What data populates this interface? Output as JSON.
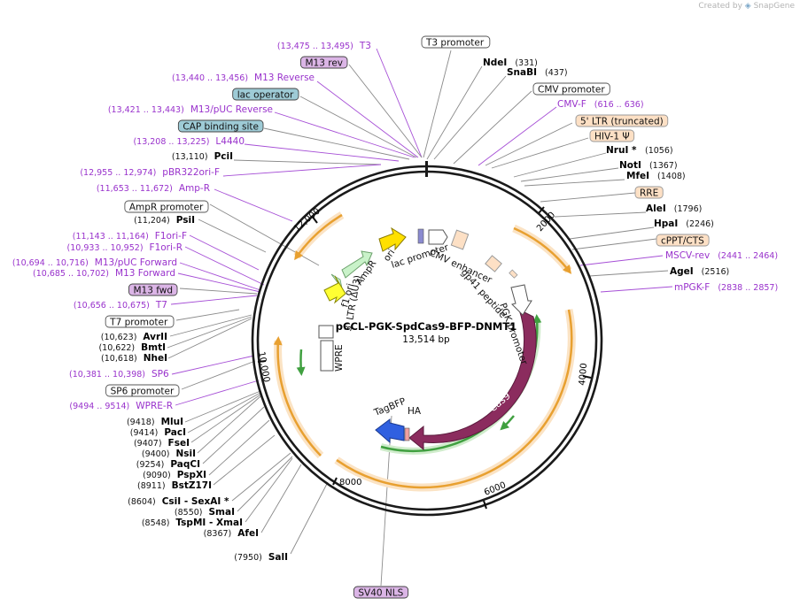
{
  "watermark": {
    "prefix": "Created by",
    "brand": "SnapGene"
  },
  "plasmid": {
    "name": "pCCL-PGK-SpdCas9-BFP-DNMT1",
    "length": "13,514 bp"
  },
  "colors": {
    "primer": "#9932cc",
    "feature_fill": "#fde0c5",
    "orange_arc": "#e8a030",
    "green_arc": "#40a040",
    "cas9": "#8b2c5e",
    "tagbfp": "#3060e0",
    "promoter_badge": "#ffffff",
    "marker_badge": "#dbb5e6",
    "cap_badge": "#9ecbd6"
  },
  "ticks": [
    "2000",
    "4000",
    "6000",
    "8000",
    "10,000",
    "12,000"
  ],
  "inner_features": [
    "ori",
    "AmpR",
    "lac promoter",
    "CMV enhancer",
    "gp41 peptide",
    "PGK promoter",
    "Cas9",
    "HA",
    "TagBFP",
    "f1 ori",
    "3' LTR (ΔU3)",
    "WPRE"
  ],
  "labels": [
    {
      "id": "t3",
      "kind": "primer",
      "range": "(13,475 .. 13,495)",
      "text": "T3"
    },
    {
      "id": "t3p",
      "kind": "badge",
      "style": "promoter",
      "text": "T3 promoter"
    },
    {
      "id": "m13rev",
      "kind": "badge",
      "style": "marker",
      "text": "M13 rev"
    },
    {
      "id": "ndei",
      "kind": "enzyme",
      "text": "NdeI",
      "pos": "(331)"
    },
    {
      "id": "snabi",
      "kind": "enzyme",
      "text": "SnaBI",
      "pos": "(437)"
    },
    {
      "id": "m13r",
      "kind": "primer",
      "range": "(13,440 .. 13,456)",
      "text": "M13 Reverse"
    },
    {
      "id": "cmvp",
      "kind": "badge",
      "style": "promoter",
      "text": "CMV promoter"
    },
    {
      "id": "laco",
      "kind": "badge",
      "style": "cap",
      "text": "lac operator"
    },
    {
      "id": "cmvf",
      "kind": "primer",
      "text": "CMV-F",
      "range": "(616 .. 636)"
    },
    {
      "id": "m13puc",
      "kind": "primer",
      "range": "(13,421 .. 13,443)",
      "text": "M13/pUC Reverse"
    },
    {
      "id": "ltr5",
      "kind": "badge",
      "style": "feature",
      "text": "5' LTR (truncated)"
    },
    {
      "id": "cap",
      "kind": "badge",
      "style": "cap",
      "text": "CAP binding site"
    },
    {
      "id": "hiv",
      "kind": "badge",
      "style": "feature",
      "text": "HIV-1 Ψ"
    },
    {
      "id": "l4440",
      "kind": "primer",
      "range": "(13,208 .. 13,225)",
      "text": "L4440"
    },
    {
      "id": "nrui",
      "kind": "enzyme",
      "text": "NruI *",
      "pos": "(1056)"
    },
    {
      "id": "pcii",
      "kind": "enzyme",
      "pos": "(13,110)",
      "text": "PciI"
    },
    {
      "id": "noti",
      "kind": "enzyme",
      "text": "NotI",
      "pos": "(1367)"
    },
    {
      "id": "pbr",
      "kind": "primer",
      "range": "(12,955 .. 12,974)",
      "text": "pBR322ori-F"
    },
    {
      "id": "mfei",
      "kind": "enzyme",
      "text": "MfeI",
      "pos": "(1408)"
    },
    {
      "id": "ampr",
      "kind": "primer",
      "range": "(11,653 .. 11,672)",
      "text": "Amp-R"
    },
    {
      "id": "rre",
      "kind": "badge",
      "style": "feature",
      "text": "RRE"
    },
    {
      "id": "amprp",
      "kind": "badge",
      "style": "promoter",
      "text": "AmpR promoter"
    },
    {
      "id": "alei",
      "kind": "enzyme",
      "text": "AleI",
      "pos": "(1796)"
    },
    {
      "id": "psii",
      "kind": "enzyme",
      "pos": "(11,204)",
      "text": "PsiI"
    },
    {
      "id": "hpai",
      "kind": "enzyme",
      "text": "HpaI",
      "pos": "(2246)"
    },
    {
      "id": "f1f",
      "kind": "primer",
      "range": "(11,143 .. 11,164)",
      "text": "F1ori-F"
    },
    {
      "id": "cppt",
      "kind": "badge",
      "style": "feature",
      "text": "cPPT/CTS"
    },
    {
      "id": "f1r",
      "kind": "primer",
      "range": "(10,933 .. 10,952)",
      "text": "F1ori-R"
    },
    {
      "id": "msc",
      "kind": "primer",
      "text": "MSCV-rev",
      "range": "(2441 .. 2464)"
    },
    {
      "id": "m13pf",
      "kind": "primer",
      "range": "(10,694 .. 10,716)",
      "text": "M13/pUC Forward"
    },
    {
      "id": "agei",
      "kind": "enzyme",
      "text": "AgeI",
      "pos": "(2516)"
    },
    {
      "id": "m13f",
      "kind": "primer",
      "range": "(10,685 .. 10,702)",
      "text": "M13 Forward"
    },
    {
      "id": "mpgk",
      "kind": "primer",
      "text": "mPGK-F",
      "range": "(2838 .. 2857)"
    },
    {
      "id": "m13fwd",
      "kind": "badge",
      "style": "marker",
      "text": "M13 fwd"
    },
    {
      "id": "t7",
      "kind": "primer",
      "range": "(10,656 .. 10,675)",
      "text": "T7"
    },
    {
      "id": "t7p",
      "kind": "badge",
      "style": "promoter",
      "text": "T7 promoter"
    },
    {
      "id": "avrii",
      "kind": "enzyme",
      "pos": "(10,623)",
      "text": "AvrII"
    },
    {
      "id": "bmti",
      "kind": "enzyme",
      "pos": "(10,622)",
      "text": "BmtI"
    },
    {
      "id": "nhei",
      "kind": "enzyme",
      "pos": "(10,618)",
      "text": "NheI"
    },
    {
      "id": "sp6",
      "kind": "primer",
      "range": "(10,381 .. 10,398)",
      "text": "SP6"
    },
    {
      "id": "sp6p",
      "kind": "badge",
      "style": "promoter",
      "text": "SP6 promoter"
    },
    {
      "id": "wpre",
      "kind": "primer",
      "range": "(9494 .. 9514)",
      "text": "WPRE-R"
    },
    {
      "id": "mlui",
      "kind": "enzyme",
      "pos": "(9418)",
      "text": "MluI"
    },
    {
      "id": "paci",
      "kind": "enzyme",
      "pos": "(9414)",
      "text": "PacI"
    },
    {
      "id": "fsei",
      "kind": "enzyme",
      "pos": "(9407)",
      "text": "FseI"
    },
    {
      "id": "nsii",
      "kind": "enzyme",
      "pos": "(9400)",
      "text": "NsiI"
    },
    {
      "id": "paqci",
      "kind": "enzyme",
      "pos": "(9254)",
      "text": "PaqCI"
    },
    {
      "id": "pspxi",
      "kind": "enzyme",
      "pos": "(9090)",
      "text": "PspXI"
    },
    {
      "id": "bstz",
      "kind": "enzyme",
      "pos": "(8911)",
      "text": "BstZ17I"
    },
    {
      "id": "csii",
      "kind": "enzyme",
      "pos": "(8604)",
      "text": "CsiI  - SexAI *"
    },
    {
      "id": "smai",
      "kind": "enzyme",
      "pos": "(8550)",
      "text": "SmaI"
    },
    {
      "id": "tspmi",
      "kind": "enzyme",
      "pos": "(8548)",
      "text": "TspMI  - XmaI"
    },
    {
      "id": "afei",
      "kind": "enzyme",
      "pos": "(8367)",
      "text": "AfeI"
    },
    {
      "id": "sali",
      "kind": "enzyme",
      "pos": "(7950)",
      "text": "SalI"
    },
    {
      "id": "sv40",
      "kind": "badge",
      "style": "marker",
      "text": "SV40 NLS"
    }
  ]
}
